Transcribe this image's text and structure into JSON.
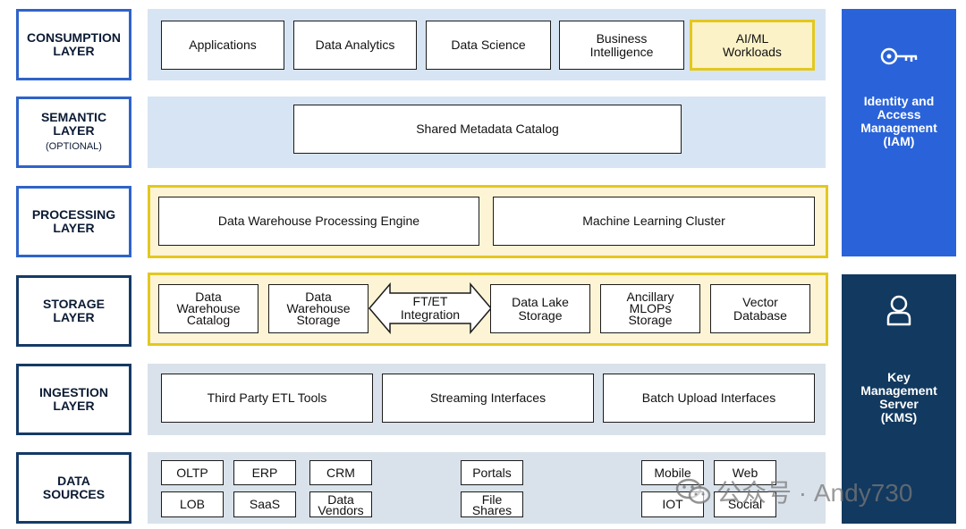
{
  "layers": {
    "consumption": [
      "CONSUMPTION",
      "LAYER"
    ],
    "semantic": [
      "SEMANTIC",
      "LAYER"
    ],
    "semantic_note": "(OPTIONAL)",
    "processing": [
      "PROCESSING",
      "LAYER"
    ],
    "storage": [
      "STORAGE",
      "LAYER"
    ],
    "ingestion": [
      "INGESTION",
      "LAYER"
    ],
    "data_sources": [
      "DATA",
      "SOURCES"
    ]
  },
  "consumption": {
    "applications": "Applications",
    "data_analytics": "Data Analytics",
    "data_science": "Data Science",
    "bi": [
      "Business",
      "Intelligence"
    ],
    "aiml": [
      "AI/ML",
      "Workloads"
    ]
  },
  "semantic": {
    "catalog": "Shared Metadata Catalog"
  },
  "processing": {
    "dw_engine": "Data Warehouse Processing Engine",
    "ml_cluster": "Machine Learning Cluster"
  },
  "storage": {
    "dw_catalog": [
      "Data",
      "Warehouse",
      "Catalog"
    ],
    "dw_storage": [
      "Data",
      "Warehouse",
      "Storage"
    ],
    "ftet": [
      "FT/ET",
      "Integration"
    ],
    "lake_storage": [
      "Data Lake",
      "Storage"
    ],
    "mlops": [
      "Ancillary",
      "MLOPs",
      "Storage"
    ],
    "vector_db": [
      "Vector",
      "Database"
    ]
  },
  "ingestion": {
    "etl": "Third Party ETL Tools",
    "streaming": "Streaming Interfaces",
    "batch": "Batch Upload Interfaces"
  },
  "sources": {
    "oltp": "OLTP",
    "erp": "ERP",
    "crm": "CRM",
    "lob": "LOB",
    "saas": "SaaS",
    "data_vendors": [
      "Data",
      "Vendors"
    ],
    "portals": "Portals",
    "file_shares": [
      "File",
      "Shares"
    ],
    "mobile": "Mobile",
    "web": "Web",
    "iot": "IOT",
    "social": "Social"
  },
  "side": {
    "iam": [
      "Identity and",
      "Access",
      "Management",
      "(IAM)"
    ],
    "kms": [
      "Key",
      "Management",
      "Server",
      "(KMS)"
    ],
    "iam_icon": "key-icon",
    "kms_icon": "person-icon"
  },
  "watermark": {
    "text": "公众号 · Andy730",
    "icon": "wechat-icon"
  },
  "colors": {
    "layer_border": "#2f63c9",
    "band_blue": "#d7e4f3",
    "highlight_yellow": "#e3c81e",
    "highlight_fill": "#fcf4d4",
    "iam_blue": "#2a63d9",
    "kms_navy": "#12395f"
  }
}
